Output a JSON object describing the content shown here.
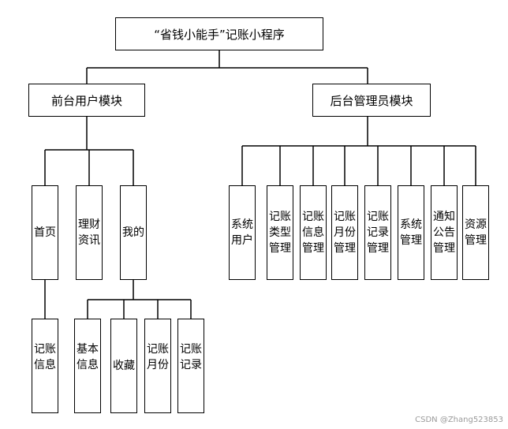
{
  "root": "“省钱小能手”记账小程序",
  "front": {
    "title": "前台用户模块",
    "home": "首页",
    "finance": "理财资讯",
    "mine": "我的",
    "home_child": "记账信息",
    "mine_children": [
      "基本信息",
      "收藏",
      "记账月份",
      "记账记录"
    ]
  },
  "back": {
    "title": "后台管理员模块",
    "items": [
      "系统用户",
      "记账类型管理",
      "记账信息管理",
      "记账月份管理",
      "记账记录管理",
      "系统管理",
      "通知公告管理",
      "资源管理"
    ]
  },
  "watermark": "CSDN @Zhang523853"
}
